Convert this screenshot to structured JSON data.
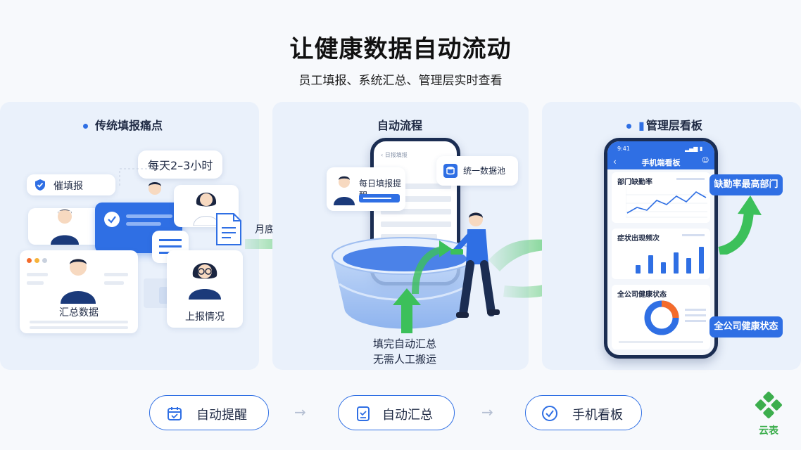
{
  "header": {
    "title": "让健康数据自动流动",
    "subtitle": "员工填报、系统汇总、管理层实时查看"
  },
  "panel_left": {
    "title": "传统填报痛点",
    "time_bubble": "每天2–3小时",
    "remind_tag": "催填报",
    "summary_card": "汇总数据",
    "report_card": "上报情况",
    "arrow_label": "月底凭感觉统计"
  },
  "panel_middle": {
    "title": "自动流程",
    "reminder_card": "每日填报提醒",
    "pool_card": "统一数据池",
    "phone_header": "日报填报",
    "caption_line1": "填完自动汇总",
    "caption_line2": "无需人工搬运"
  },
  "panel_right": {
    "title": "管理层看板",
    "phone_title": "手机端看板",
    "status_time": "9:41",
    "section1": "部门缺勤率",
    "section2": "症状出现频次",
    "section3": "全公司健康状态",
    "tag_top": "缺勤率最高部门",
    "tag_bottom": "全公司健康状态"
  },
  "steps": [
    {
      "label": "自动提醒",
      "icon": "calendar-icon"
    },
    {
      "label": "自动汇总",
      "icon": "clipboard-icon"
    },
    {
      "label": "手机看板",
      "icon": "check-circle-icon"
    }
  ],
  "step_separator": "→",
  "logo": {
    "text": "云表"
  },
  "colors": {
    "accent": "#2f6fe4",
    "green": "#3cc05a",
    "warning": "#f46b2b"
  }
}
